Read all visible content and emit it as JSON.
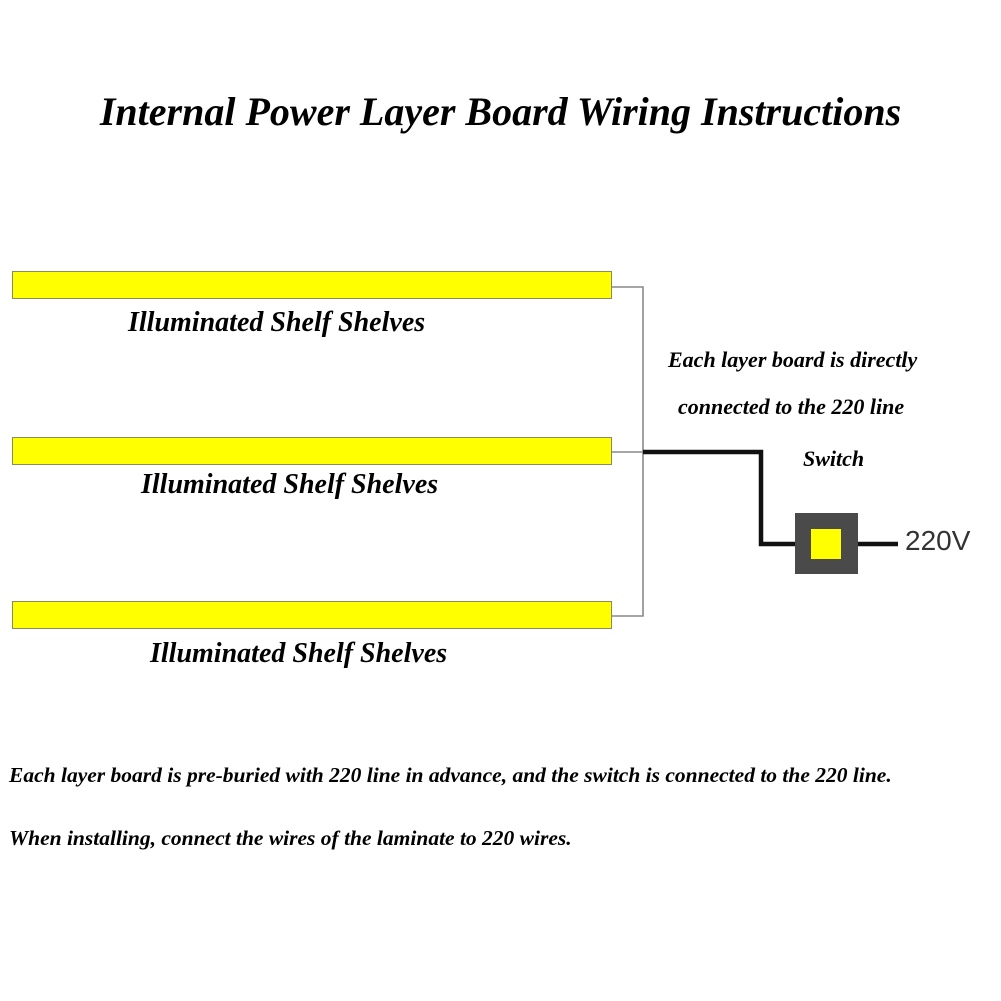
{
  "title": "Internal Power Layer Board Wiring Instructions",
  "shelves": [
    {
      "label": "Illuminated Shelf Shelves"
    },
    {
      "label": "Illuminated Shelf Shelves"
    },
    {
      "label": "Illuminated Shelf Shelves"
    }
  ],
  "note": {
    "line1": "Each layer board is directly",
    "line2": "connected to the 220 line"
  },
  "switch": {
    "label": "Switch",
    "voltage": "220V"
  },
  "footer": {
    "line1": "Each layer board is pre-buried with 220 line in advance, and the switch is connected to the 220 line.",
    "line2": "When installing, connect the wires of the laminate to 220 wires."
  },
  "colors": {
    "shelf": "#ffff00",
    "shelf_border": "#8a8a5a",
    "switch_body": "#4a4a4a",
    "switch_button": "#ffff00",
    "thin_wire": "#888888",
    "main_wire": "#111111"
  }
}
